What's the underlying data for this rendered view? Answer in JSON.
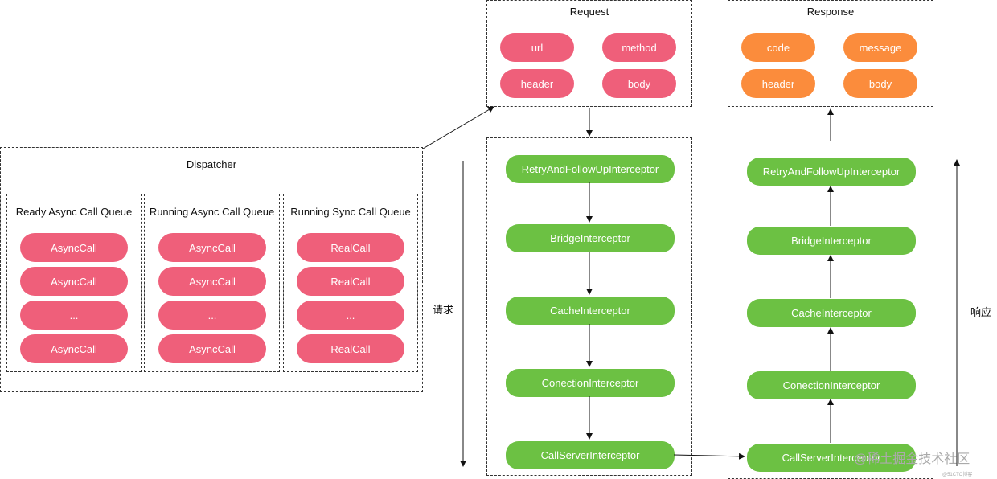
{
  "request": {
    "title": "Request",
    "fields": [
      "url",
      "method",
      "header",
      "body"
    ]
  },
  "response": {
    "title": "Response",
    "fields": [
      "code",
      "message",
      "header",
      "body"
    ]
  },
  "dispatcher": {
    "title": "Dispatcher",
    "queues": [
      {
        "title": "Ready Async Call Queue",
        "items": [
          "AsyncCall",
          "AsyncCall",
          "...",
          "AsyncCall"
        ]
      },
      {
        "title": "Running Async Call Queue",
        "items": [
          "AsyncCall",
          "AsyncCall",
          "...",
          "AsyncCall"
        ]
      },
      {
        "title": "Running Sync Call Queue",
        "items": [
          "RealCall",
          "RealCall",
          "...",
          "RealCall"
        ]
      }
    ]
  },
  "request_chain": [
    "RetryAndFollowUpInterceptor",
    "BridgeInterceptor",
    "CacheInterceptor",
    "ConectionInterceptor",
    "CallServerInterceptor"
  ],
  "response_chain": [
    "RetryAndFollowUpInterceptor",
    "BridgeInterceptor",
    "CacheInterceptor",
    "ConectionInterceptor",
    "CallServerInterceptor"
  ],
  "labels": {
    "request_dir": "请求",
    "response_dir": "响应"
  },
  "watermark": {
    "main": "@稀土掘金技术社区",
    "sub": "@51CTO博客"
  },
  "colors": {
    "request_pill": "#ef5f7a",
    "response_pill": "#fb8c3c",
    "interceptor": "#6cc143"
  }
}
